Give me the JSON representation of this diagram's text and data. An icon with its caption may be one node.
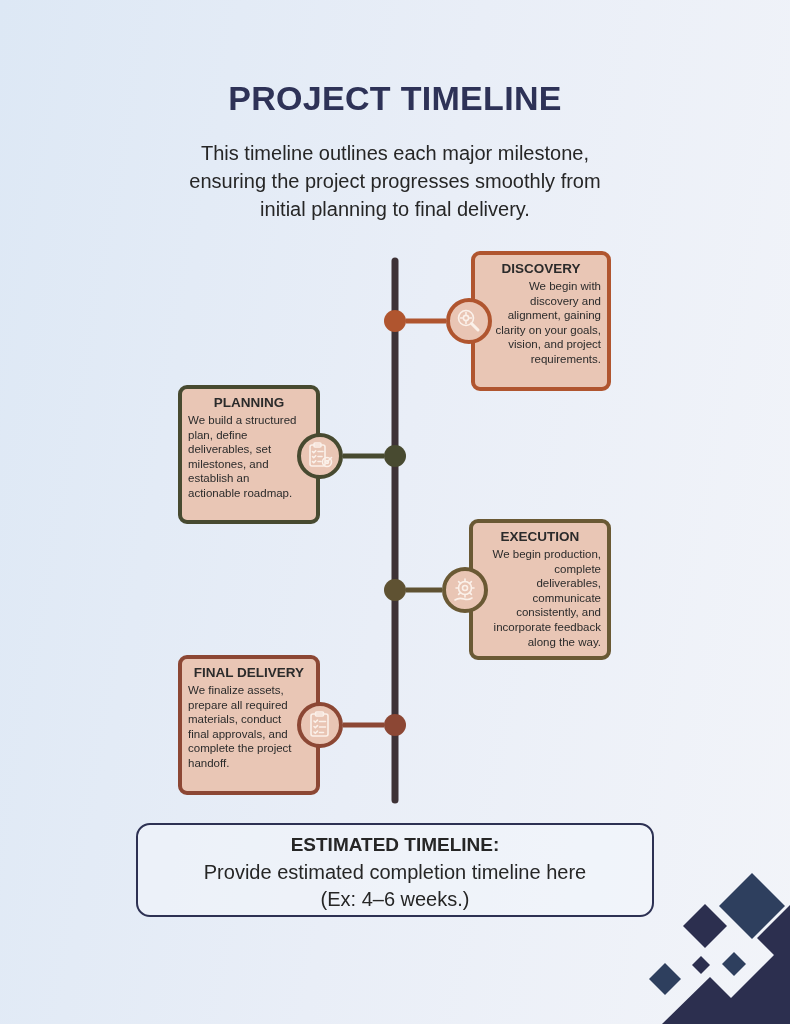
{
  "diagram": {
    "title": "PROJECT TIMELINE",
    "nodes": [
      {
        "text": [
          "DISCOVERY",
          "We begin with discovery and alignment, gaining clarity on your goals, vision, and project requirements."
        ]
      },
      {
        "text": [],
        "shape": "circle"
      },
      {
        "text": [
          "PLANNING",
          "We build a structured plan, define deliverables, set milestones, and establish an actionable roadmap."
        ]
      },
      {
        "text": [],
        "shape": "circle"
      },
      {
        "text": [
          "EXECUTION",
          "We begin production, complete deliverables, communicate consistently, and incorporate feedback along the way."
        ]
      },
      {
        "text": [],
        "shape": "circle"
      },
      {
        "text": [
          "FINAL DELIVERY",
          "We finalize assets, prepare all required materials, conduct final approvals, and complete the project handoff."
        ]
      },
      {
        "text": [],
        "shape": "circle"
      },
      {
        "text": [
          "ESTIMATED TIMELINE:",
          "Provide estimated completion timeline here (Ex: 4–6 weeks.)"
        ]
      }
    ],
    "edges": [
      {
        "from": 0,
        "to": 1,
        "arrow": "none",
        "color": "#b0552f"
      },
      {
        "from": 2,
        "to": 3,
        "arrow": "none",
        "color": "#474a30"
      },
      {
        "from": 4,
        "to": 5,
        "arrow": "none",
        "color": "#5f5232"
      },
      {
        "from": 6,
        "to": 7,
        "arrow": "none",
        "color": "#8c4734"
      }
    ],
    "labels": [
      "This timeline outlines each major milestone, ensuring the project progresses smoothly from initial planning to final delivery."
    ]
  }
}
